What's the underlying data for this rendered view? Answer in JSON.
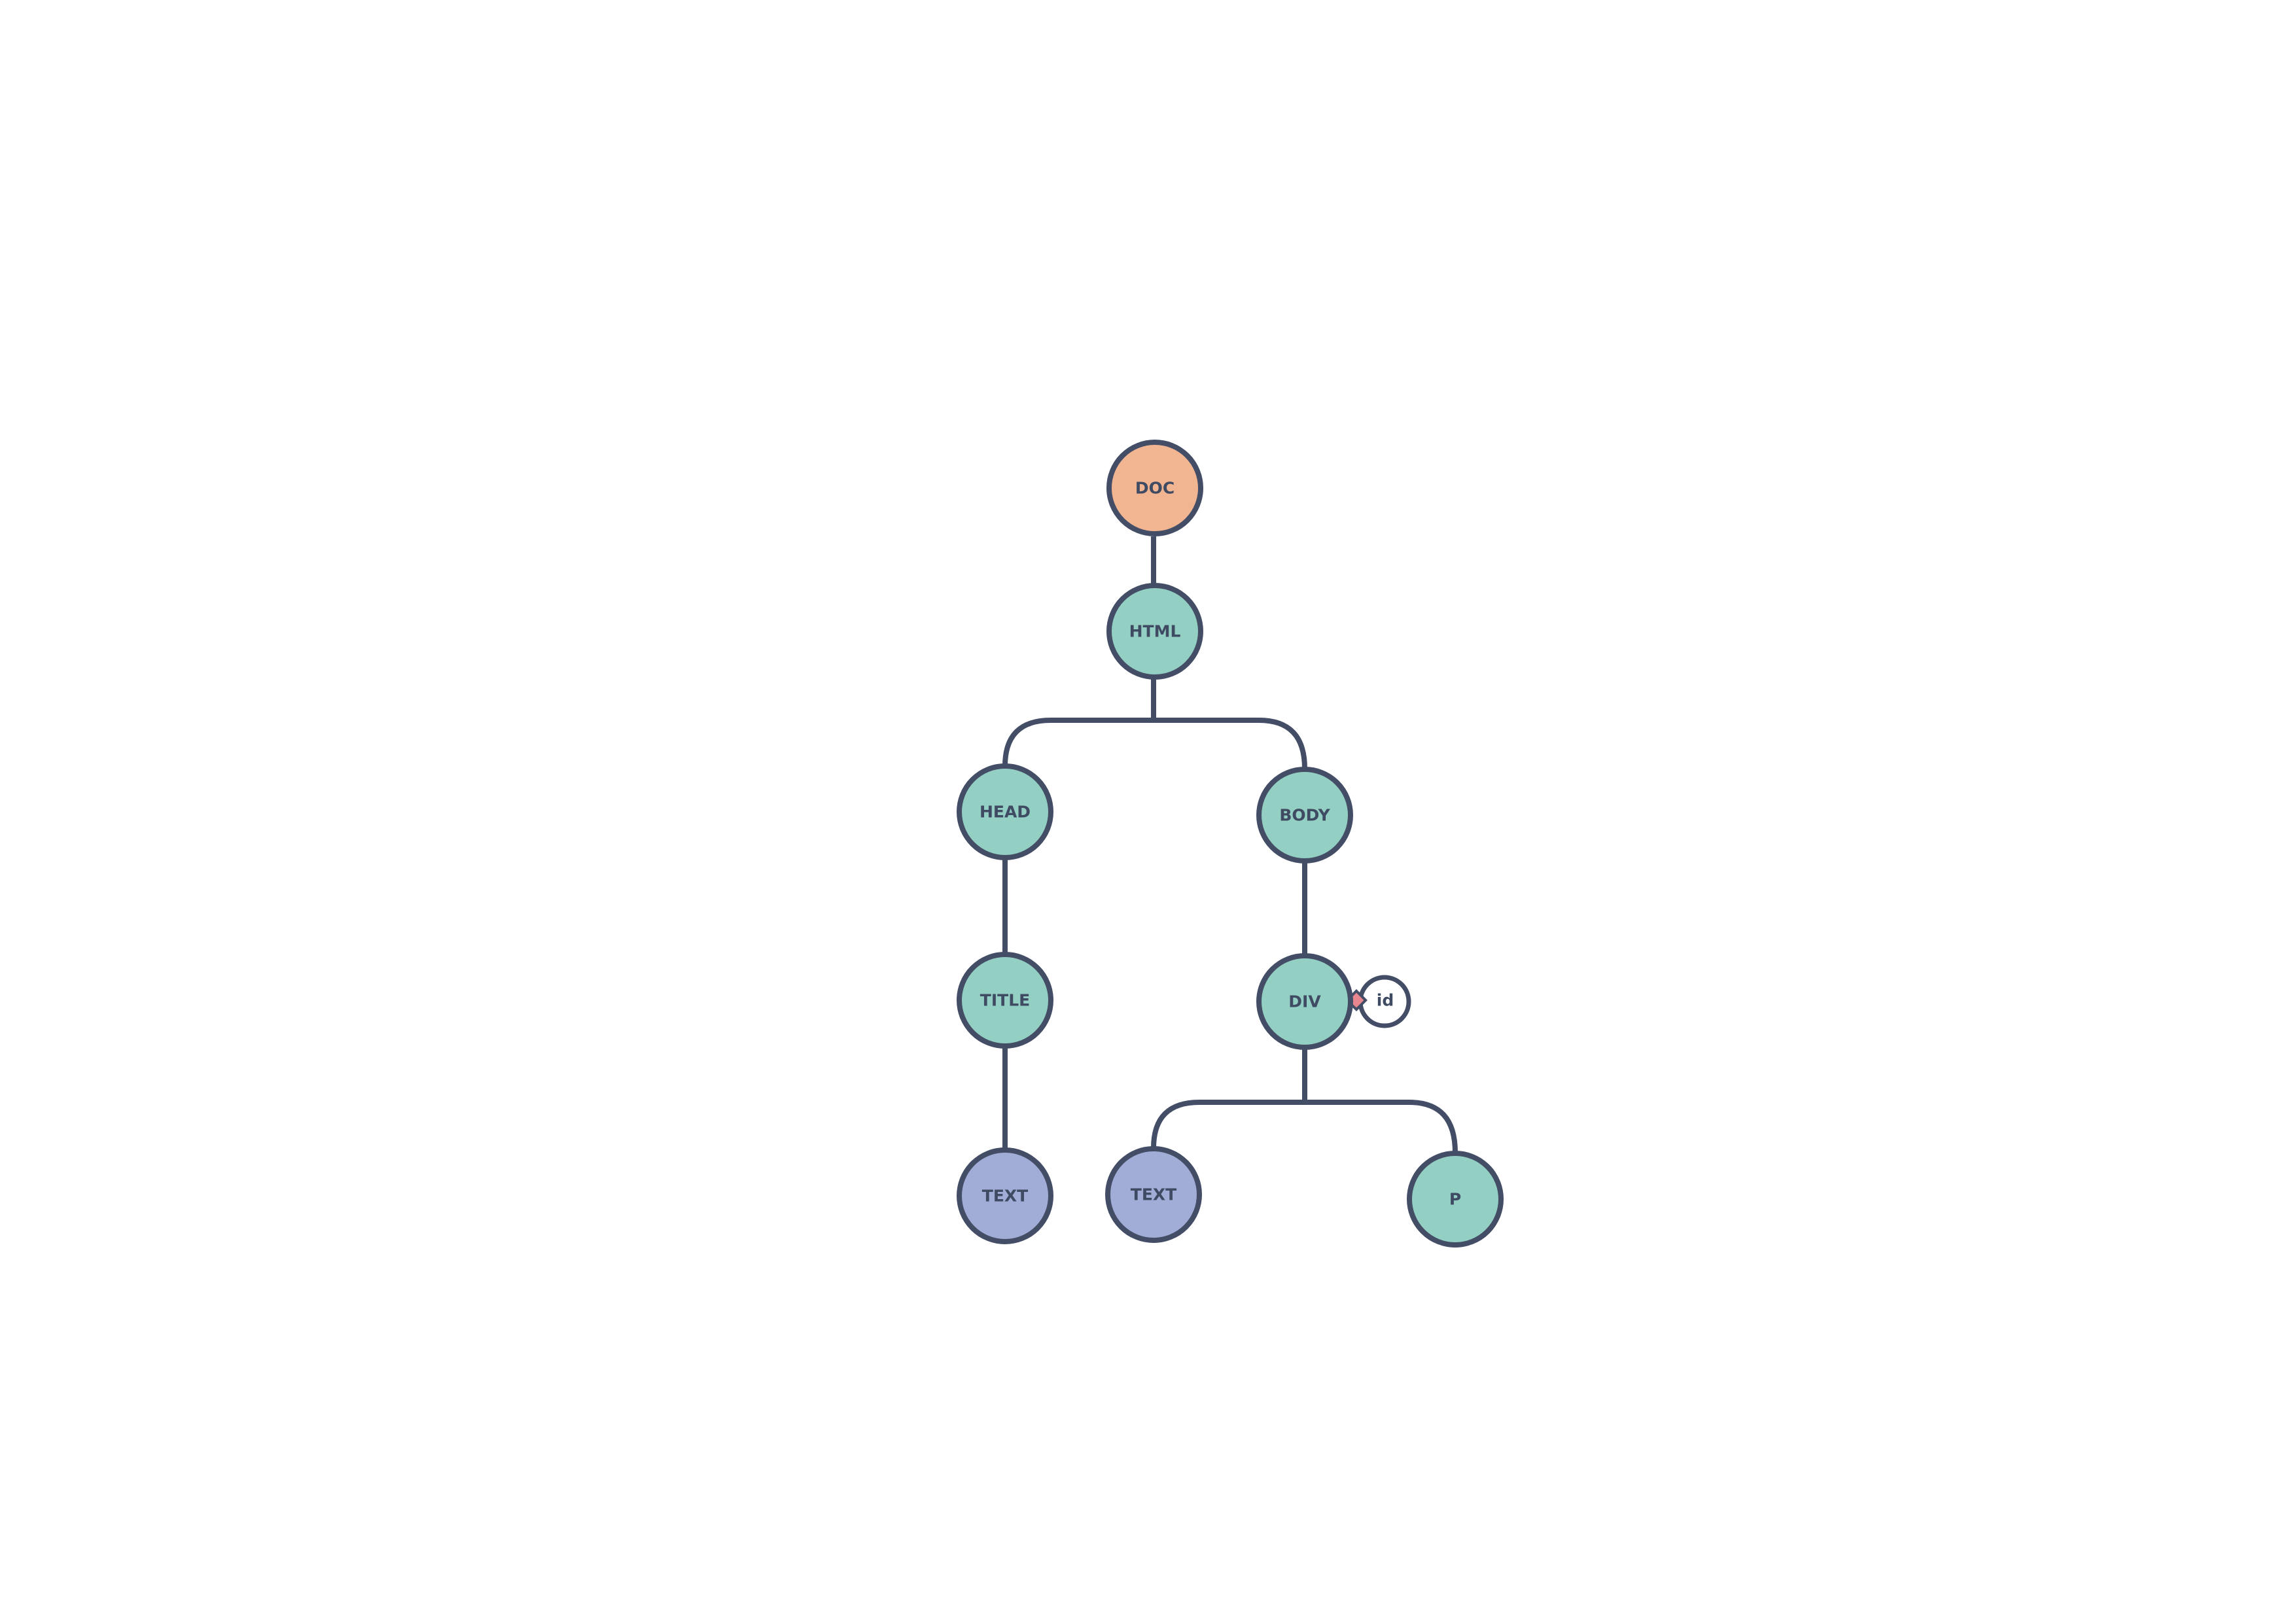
{
  "colors": {
    "stroke": "#434d66",
    "text": "#3f4a63",
    "document": "#f2b592",
    "element": "#94cfc3",
    "text_node": "#a1acd7",
    "attribute": "#ffffff",
    "attribute_marker": "#e8868f"
  },
  "nodes": {
    "doc": {
      "label": "DOC",
      "kind": "document"
    },
    "html": {
      "label": "HTML",
      "kind": "element"
    },
    "head": {
      "label": "HEAD",
      "kind": "element"
    },
    "body": {
      "label": "BODY",
      "kind": "element"
    },
    "title": {
      "label": "TITLE",
      "kind": "element"
    },
    "div": {
      "label": "DIV",
      "kind": "element"
    },
    "text1": {
      "label": "TEXT",
      "kind": "text_node"
    },
    "text2": {
      "label": "TEXT",
      "kind": "text_node"
    },
    "p": {
      "label": "P",
      "kind": "element"
    }
  },
  "attribute": {
    "label": "id",
    "owner": "div"
  },
  "edges": [
    [
      "doc",
      "html"
    ],
    [
      "html",
      "head"
    ],
    [
      "html",
      "body"
    ],
    [
      "head",
      "title"
    ],
    [
      "title",
      "text1"
    ],
    [
      "body",
      "div"
    ],
    [
      "div",
      "text2"
    ],
    [
      "div",
      "p"
    ]
  ]
}
